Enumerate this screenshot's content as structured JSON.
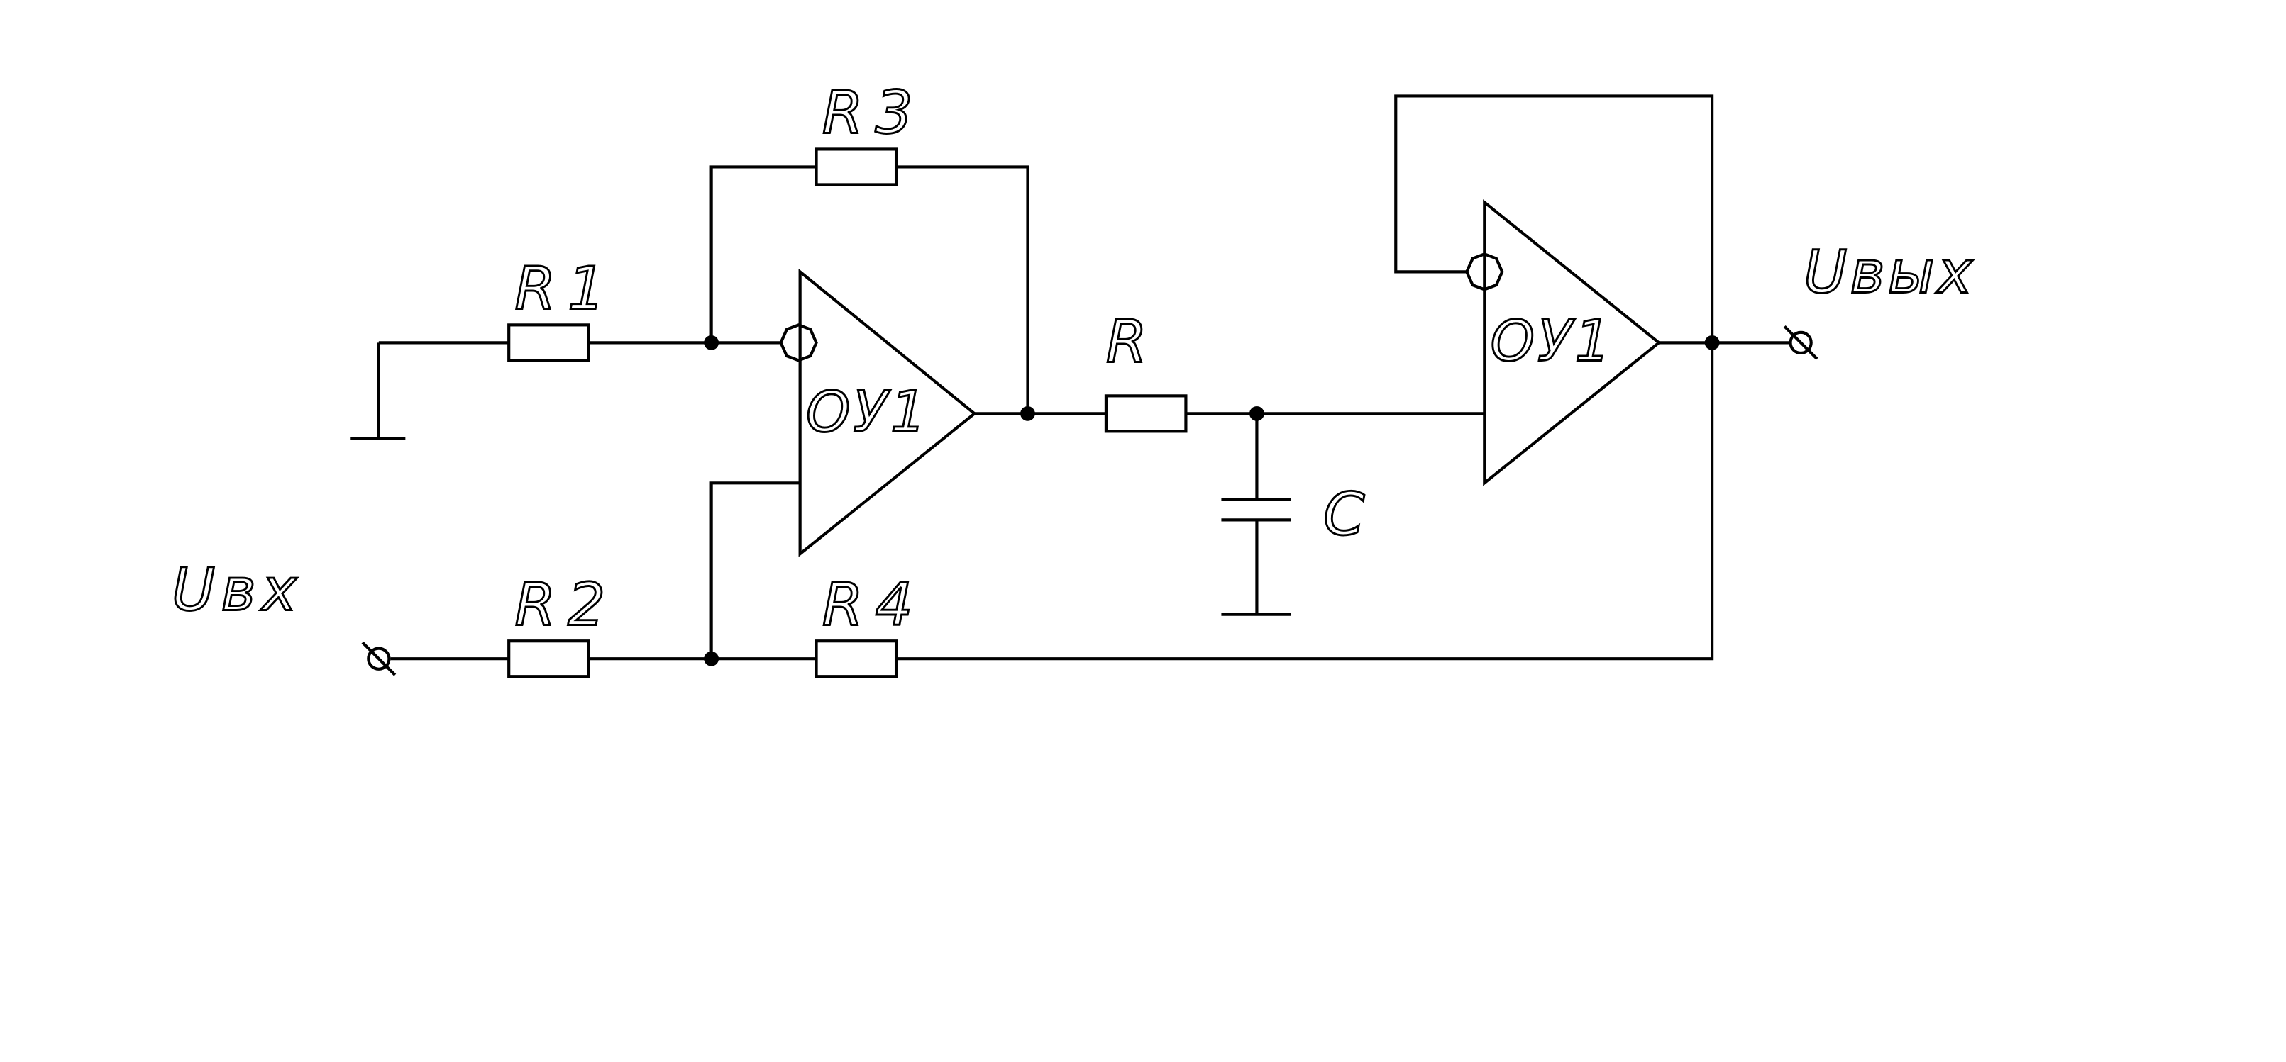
{
  "labels": {
    "r1": "R1",
    "r2": "R2",
    "r3": "R3",
    "r4": "R4",
    "r": "R",
    "c": "C",
    "opamp1": "ОУ1",
    "opamp2": "ОУ1",
    "input": "Uвх",
    "output": "Uвых"
  },
  "colors": {
    "line": "#000000",
    "background": "#ffffff"
  }
}
